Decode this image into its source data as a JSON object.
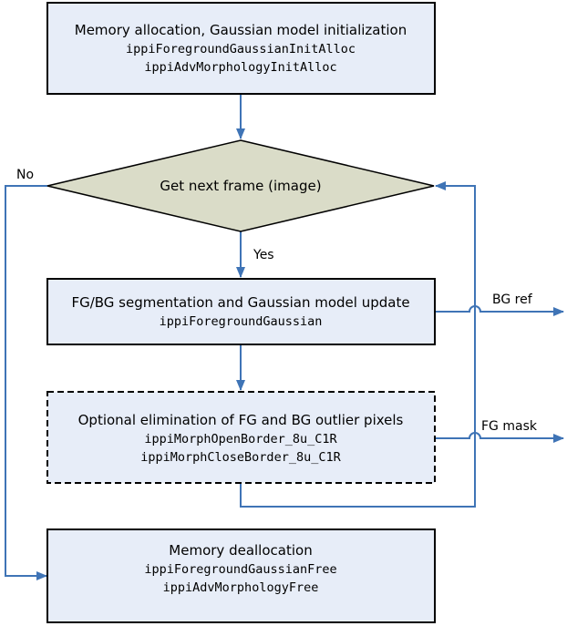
{
  "colors": {
    "box_fill": "#e7edf8",
    "diamond_fill": "#dadcc8",
    "border": "#000000",
    "arrow": "#3f74b6"
  },
  "boxes": {
    "init": {
      "title": "Memory allocation, Gaussian model initialization",
      "func1": "ippiForegroundGaussianInitAlloc",
      "func2": "ippiAdvMorphologyInitAlloc"
    },
    "decision": {
      "title": "Get next frame (image)"
    },
    "segmentation": {
      "title": "FG/BG segmentation and Gaussian model update",
      "func1": "ippiForegroundGaussian"
    },
    "optional": {
      "title": "Optional elimination of FG and BG outlier pixels",
      "func1": "ippiMorphOpenBorder_8u_C1R",
      "func2": "ippiMorphCloseBorder_8u_C1R"
    },
    "dealloc": {
      "title": "Memory deallocation",
      "func1": "ippiForegroundGaussianFree",
      "func2": "ippiAdvMorphologyFree"
    }
  },
  "labels": {
    "no": "No",
    "yes": "Yes",
    "bg_ref": "BG ref",
    "fg_mask": "FG mask"
  }
}
